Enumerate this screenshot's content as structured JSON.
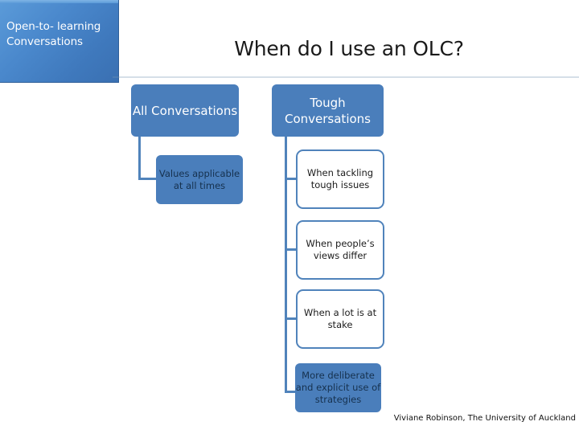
{
  "slide": {
    "corner_label": "Open-to- learning Conversations",
    "title": "When do I use an OLC?",
    "footer": "Viviane Robinson, The University of Auckland",
    "colors": {
      "node_fill_blue": "#4a7ebb",
      "node_border_blue": "#5083bb",
      "corner_gradient_light": "#5b9bd9",
      "corner_gradient_dark": "#3a70b2",
      "title_text": "#1a1a1a",
      "dark_text": "#16314e",
      "light_text": "#ffffff",
      "background": "#ffffff"
    }
  },
  "diagram": {
    "branches": [
      {
        "heading": "All Conversations",
        "heading_style": "filled-light",
        "children": [
          {
            "label": "Values applicable at all times",
            "style": "filled-dark"
          }
        ]
      },
      {
        "heading": "Tough Conversations",
        "heading_style": "filled-light",
        "children": [
          {
            "label": "When tackling tough issues",
            "style": "outlined"
          },
          {
            "label": "When people’s views differ",
            "style": "outlined"
          },
          {
            "label": "When a lot is at stake",
            "style": "outlined"
          },
          {
            "label": "More deliberate and explicit use of strategies",
            "style": "filled-dark"
          }
        ]
      }
    ]
  }
}
